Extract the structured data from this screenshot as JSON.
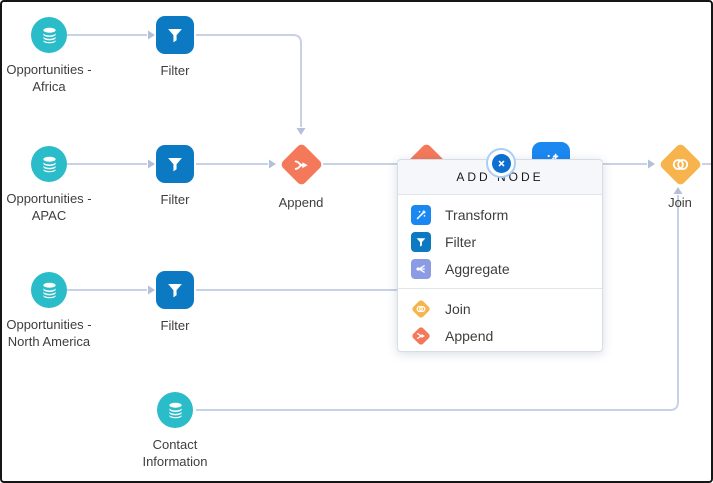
{
  "nodes": {
    "opp_africa": {
      "line1": "Opportunities -",
      "line2": "Africa",
      "type": "dataset"
    },
    "filter_africa": {
      "label": "Filter",
      "type": "filter"
    },
    "opp_apac": {
      "line1": "Opportunities -",
      "line2": "APAC",
      "type": "dataset"
    },
    "filter_apac": {
      "label": "Filter",
      "type": "filter"
    },
    "append": {
      "label": "Append",
      "type": "append"
    },
    "join": {
      "label": "Join",
      "type": "join"
    },
    "opp_na": {
      "line1": "Opportunities -",
      "line2": "North America",
      "type": "dataset"
    },
    "filter_na": {
      "label": "Filter",
      "type": "filter"
    },
    "contact": {
      "line1": "Contact",
      "line2": "Information",
      "type": "dataset"
    }
  },
  "popup": {
    "title": "ADD NODE",
    "groups": [
      {
        "items": [
          {
            "label": "Transform",
            "icon": "transform-icon"
          },
          {
            "label": "Filter",
            "icon": "filter-icon"
          },
          {
            "label": "Aggregate",
            "icon": "aggregate-icon"
          }
        ]
      },
      {
        "items": [
          {
            "label": "Join",
            "icon": "join-icon"
          },
          {
            "label": "Append",
            "icon": "append-icon"
          }
        ]
      }
    ]
  },
  "colors": {
    "dataset_teal": "#2abcc8",
    "filter_blue": "#0b7ac2",
    "transform_blue": "#1b87f0",
    "aggregate_periwinkle": "#8b9be4",
    "join_amber": "#f7b44d",
    "append_coral": "#f4795a",
    "edge_gray": "#c9d1e6",
    "close_blue": "#0d6fd0"
  }
}
